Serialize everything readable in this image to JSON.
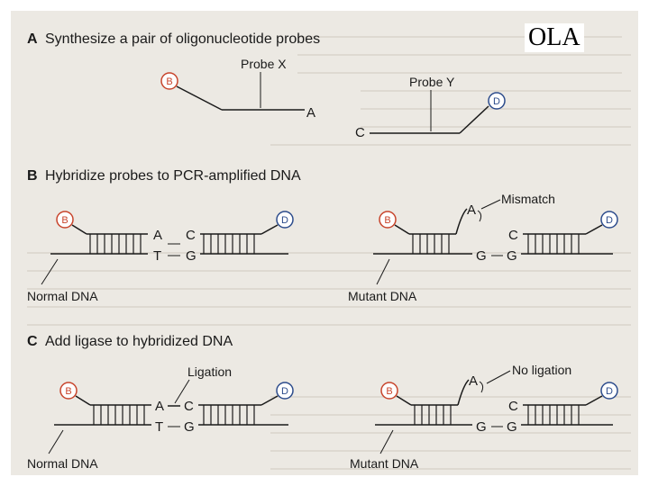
{
  "corner_title": "OLA",
  "colors": {
    "panel": "#ece9e3",
    "line": "#1a1a1a",
    "biotin": "#c8452c",
    "digoxigenin": "#2d4c8c"
  },
  "section_a": {
    "letter": "A",
    "title": "Synthesize a pair of oligonucleotide probes",
    "probe_x": "Probe X",
    "probe_y": "Probe Y",
    "probe_x_end": "A",
    "probe_y_end": "C",
    "biotin_mark": "B",
    "dig_mark": "D"
  },
  "section_b": {
    "letter": "B",
    "title": "Hybridize probes to PCR-amplified DNA",
    "mismatch_label": "Mismatch",
    "normal": {
      "top_left": "A",
      "top_right": "C",
      "bottom_left": "T",
      "bottom_right": "G",
      "label": "Normal DNA"
    },
    "mutant": {
      "top_left": "A",
      "top_right": "C",
      "bottom_left": "G",
      "bottom_right": "G",
      "label": "Mutant DNA"
    }
  },
  "section_c": {
    "letter": "C",
    "title": "Add ligase to hybridized DNA",
    "ligation_label": "Ligation",
    "no_ligation_label": "No ligation",
    "normal": {
      "top_left": "A",
      "top_right": "C",
      "bottom_left": "T",
      "bottom_right": "G",
      "label": "Normal DNA"
    },
    "mutant": {
      "top_left": "A",
      "top_right": "C",
      "bottom_left": "G",
      "bottom_right": "G",
      "label": "Mutant DNA"
    }
  }
}
